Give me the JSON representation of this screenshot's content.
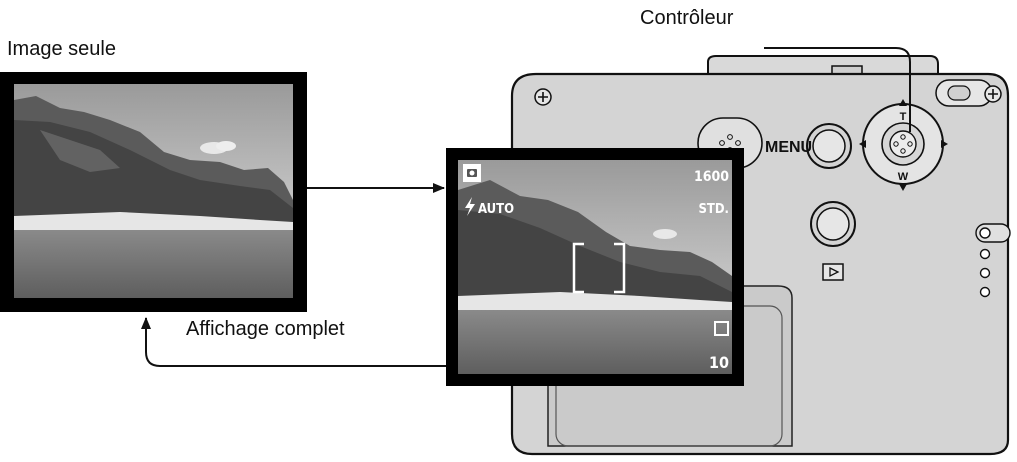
{
  "labels": {
    "image_only": "Image seule",
    "full_display": "Affichage complet",
    "controller": "Contrôleur"
  },
  "camera": {
    "menu_label": "MENU",
    "zoom_tele": "T",
    "zoom_wide": "W"
  },
  "monitor": {
    "resolution": "1600",
    "quality": "STD.",
    "flash_mode": "AUTO",
    "frame_count": "10"
  },
  "icons": {
    "flash": "lightning-bolt-icon",
    "camera_mode": "camera-icon",
    "drive_mode": "single-frame-icon",
    "playback": "playback-icon"
  }
}
